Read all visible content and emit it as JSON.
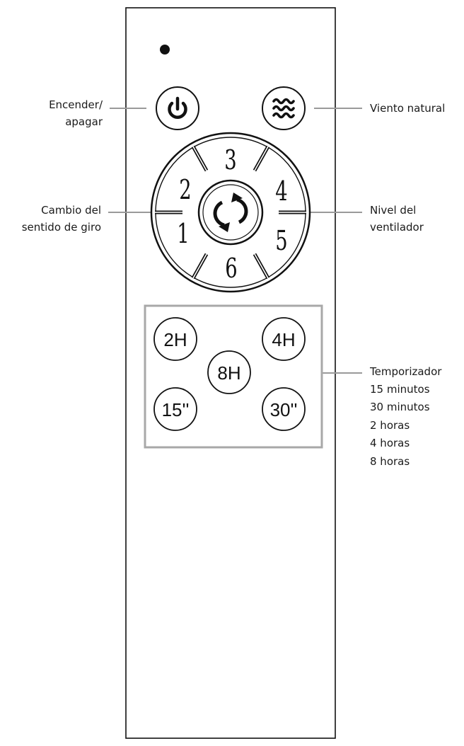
{
  "labels": {
    "power": [
      "Encender/",
      "apagar"
    ],
    "natural_wind": [
      "Viento natural"
    ],
    "reverse": [
      "Cambio del",
      "sentido de giro"
    ],
    "fan_level": [
      "Nivel del",
      "ventilador"
    ],
    "timer": [
      "Temporizador",
      "15 minutos",
      "30 minutos",
      "2 horas",
      "4 horas",
      "8 horas"
    ]
  },
  "speed_buttons": [
    "1",
    "2",
    "3",
    "4",
    "5",
    "6"
  ],
  "timer_buttons": [
    "2H",
    "4H",
    "8H",
    "15''",
    "30''"
  ],
  "icons": {
    "power": "power-icon",
    "natural_wind": "wind-waves-icon",
    "reverse": "rotate-arrows-icon"
  },
  "colors": {
    "outline": "#111111",
    "leader": "#9a9a9a",
    "timer_frame": "#a8a8a8"
  }
}
